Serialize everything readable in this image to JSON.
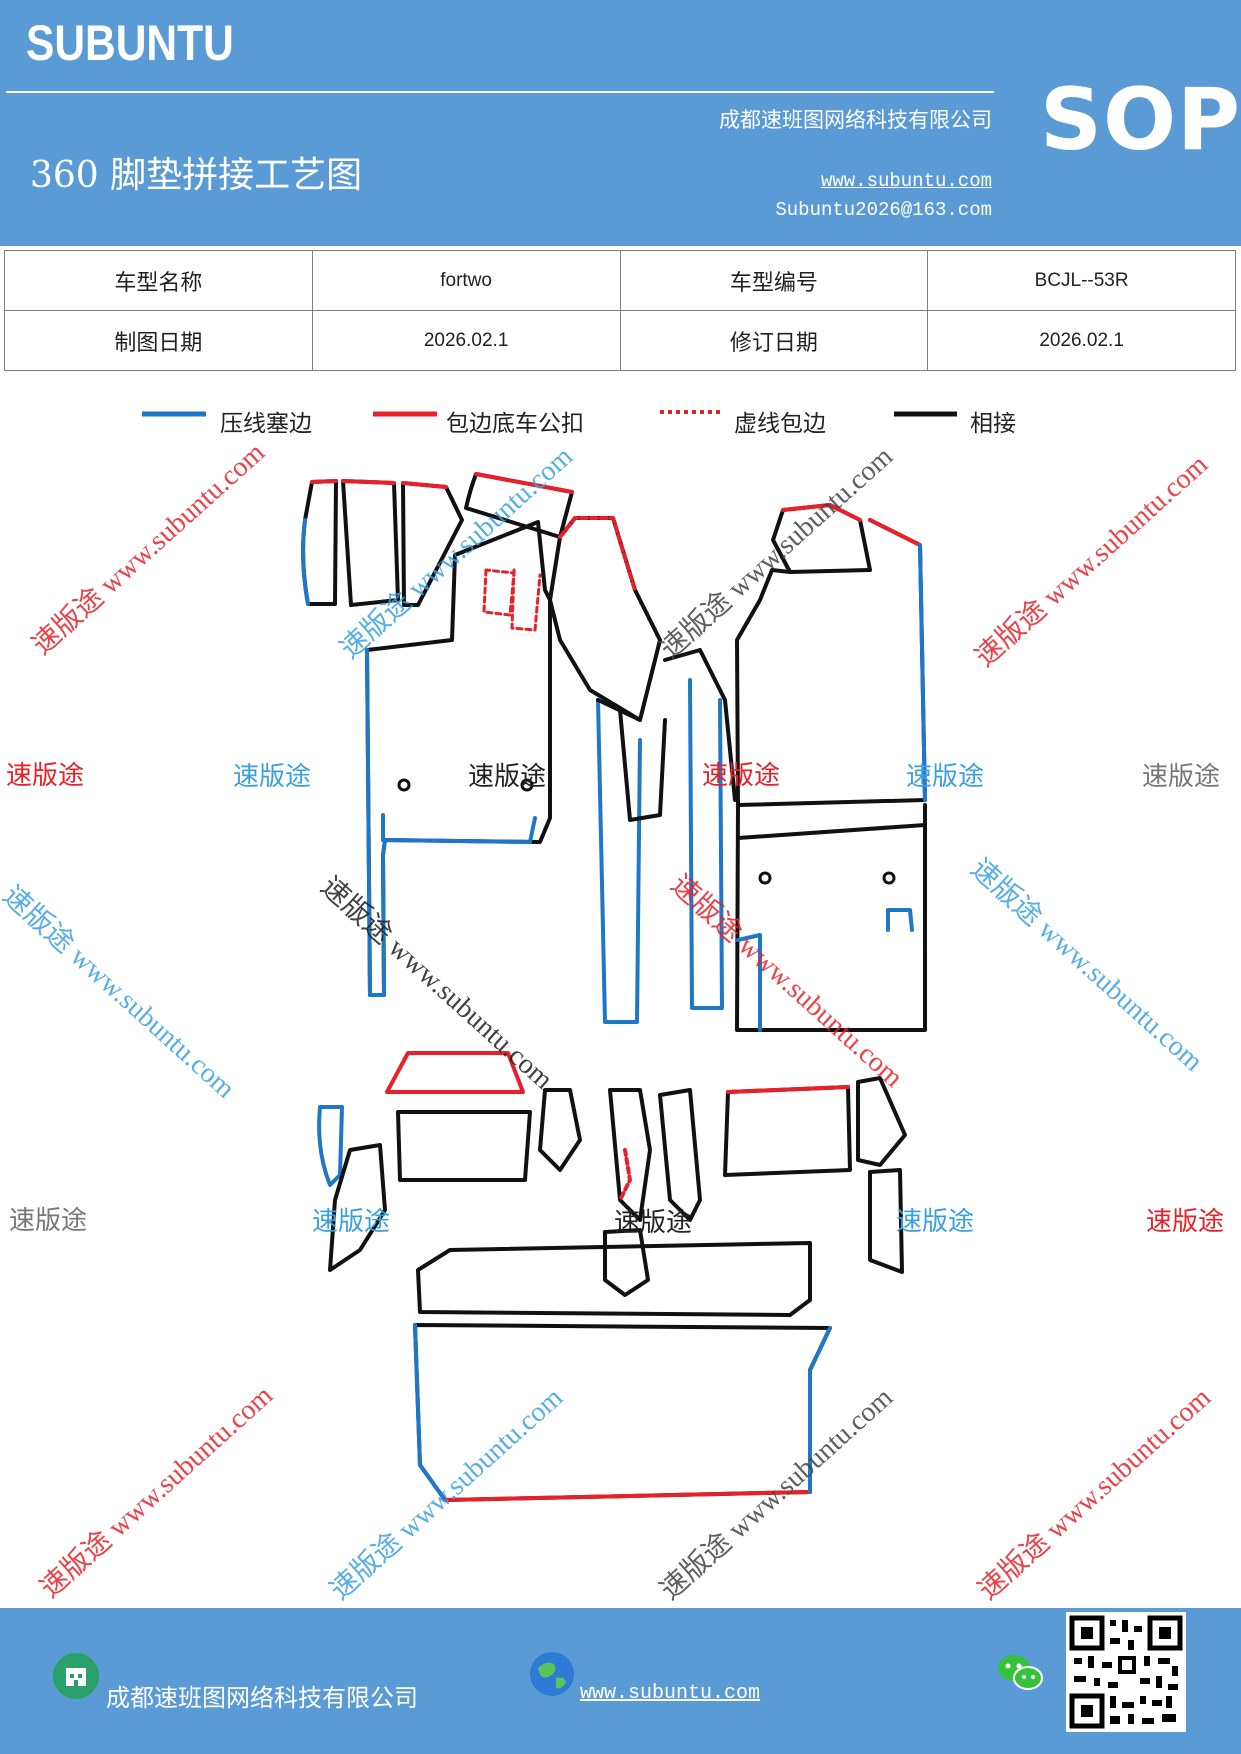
{
  "header": {
    "brand": "SUBUNTU",
    "company": "成都速班图网络科技有限公司",
    "title": "360 脚垫拼接工艺图",
    "website": "www.subuntu.com",
    "email": "Subuntu2026@163.com",
    "badge": "SOP"
  },
  "info_table": {
    "row1": {
      "label_a": "车型名称",
      "value_a": "fortwo",
      "label_b": "车型编号",
      "value_b": "BCJL--53R"
    },
    "row2": {
      "label_a": "制图日期",
      "value_a": "2026.02.1",
      "label_b": "修订日期",
      "value_b": "2026.02.1"
    }
  },
  "legend": [
    {
      "label": "压线塞边",
      "color": "#1f77c8",
      "style": "solid"
    },
    {
      "label": "包边底车公扣",
      "color": "#e8202a",
      "style": "solid"
    },
    {
      "label": "虚线包边",
      "color": "#e8202a",
      "style": "dotted"
    },
    {
      "label": "相接",
      "color": "#111111",
      "style": "solid"
    }
  ],
  "watermarks": {
    "brand": "速版途",
    "diagonal": "速版途 www.subuntu.com"
  },
  "colors": {
    "header_bg": "#5b9bd5",
    "blue_line": "#1f77c8",
    "red_line": "#e8202a",
    "black_line": "#111111",
    "wm_red": "#e8202a",
    "wm_blue": "#3aa0e0",
    "wm_gray": "#777777"
  },
  "footer": {
    "company": "成都速班图网络科技有限公司",
    "website": "www.subuntu.com",
    "icons": [
      "building-icon",
      "globe-icon",
      "wechat-icon",
      "qr-code"
    ]
  }
}
